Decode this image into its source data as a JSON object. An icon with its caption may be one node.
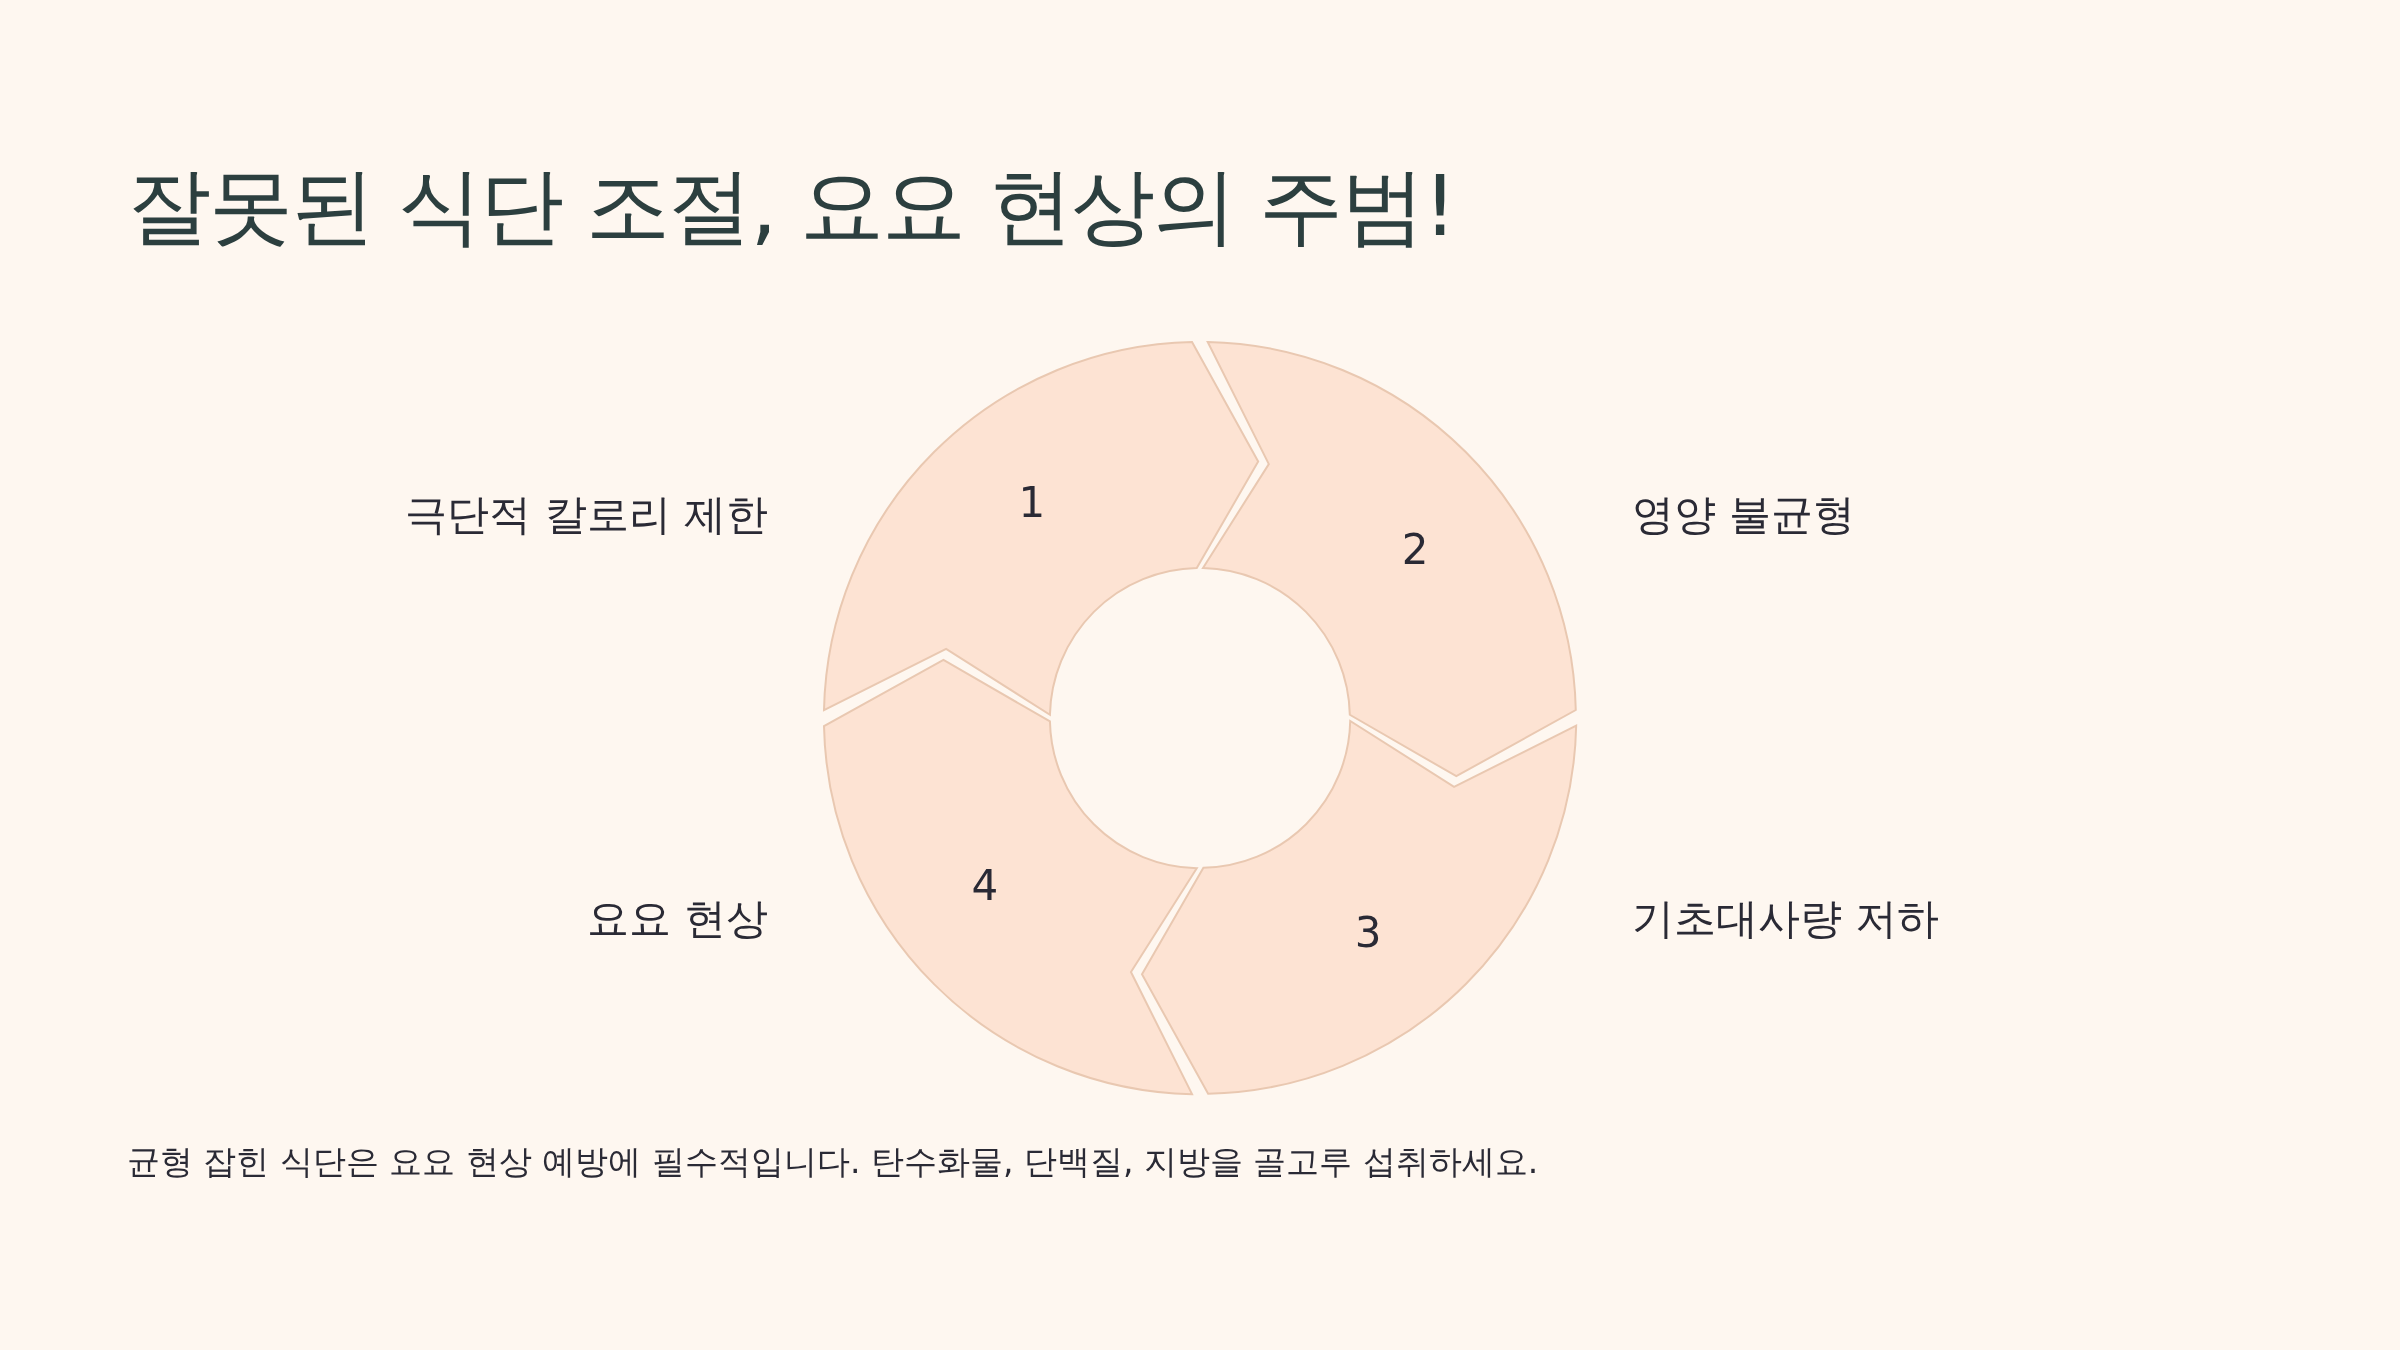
{
  "diagram": {
    "title": "잘못된 식단 조절, 요요 현상의 주범!",
    "nodes": [
      {
        "text": [
          "1"
        ],
        "beside": [
          "극단적 칼로리 제한"
        ]
      },
      {
        "text": [
          "2"
        ],
        "beside": [
          "영양 불균형"
        ]
      },
      {
        "text": [
          "3"
        ],
        "beside": [
          "기초대사량 저하"
        ]
      },
      {
        "text": [
          "4"
        ],
        "beside": [
          "요요 현상"
        ]
      }
    ],
    "caption": "균형 잡힌 식단은 요요 현상 예방에 필수적입니다. 탄수화물, 단백질, 지방을 골고루 섭취하세요."
  }
}
